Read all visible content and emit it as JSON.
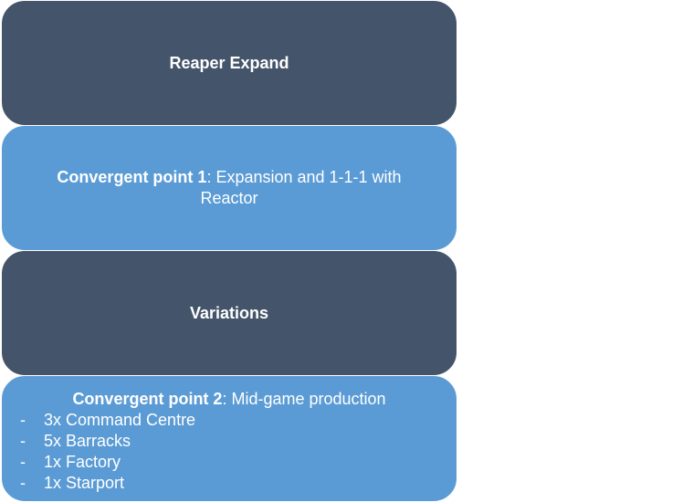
{
  "boxes": {
    "reaper_expand": "Reaper Expand",
    "cp1": {
      "bold": "Convergent point 1",
      "rest": ": Expansion and 1-1-1 with Reactor"
    },
    "variations": "Variations",
    "cp2": {
      "bold": "Convergent point 2",
      "rest": ": Mid-game production",
      "bullet": "-",
      "items": [
        "3x Command Centre",
        "5x Barracks",
        "1x Factory",
        "1x Starport"
      ]
    }
  },
  "colors": {
    "dark_box": "#44546a",
    "blue_box": "#5b9bd5",
    "text": "#ffffff"
  }
}
